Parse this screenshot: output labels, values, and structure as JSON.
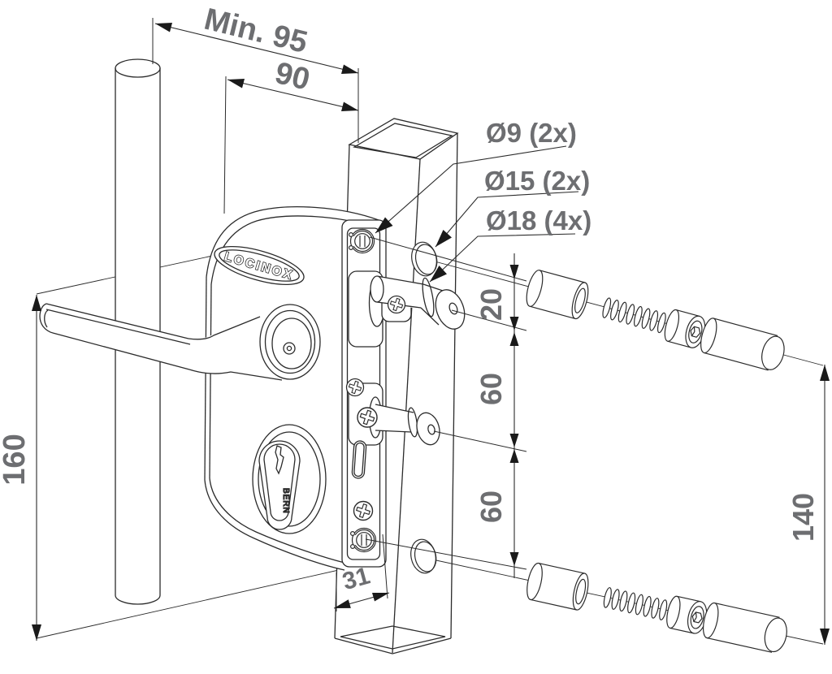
{
  "drawing": {
    "brand": "LOCINOX",
    "cylinder_brand": "BERN",
    "dimensions": {
      "min_width": "Min. 95",
      "backset": "90",
      "height": "160",
      "fixation_spread": "140",
      "top_offset": "20",
      "bolt_spacing_upper": "60",
      "bolt_spacing_lower": "60",
      "profile_width": "31"
    },
    "callouts": {
      "small": "Ø9 (2x)",
      "medium": "Ø15 (2x)",
      "large": "Ø18 (4x)"
    },
    "colors": {
      "line": "#2b2b2b",
      "dim_text": "#6d6e71",
      "arrow": "#1a1a1a",
      "background": "#ffffff"
    }
  }
}
